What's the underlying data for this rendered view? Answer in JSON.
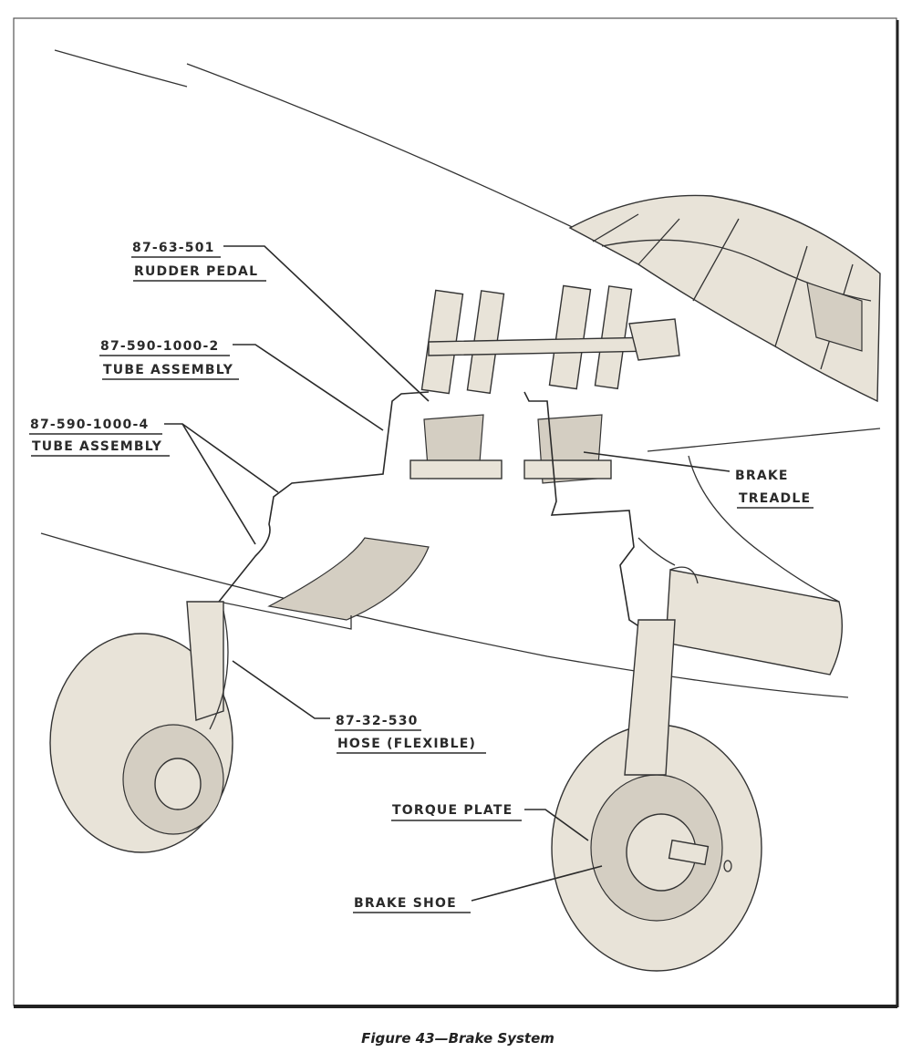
{
  "figure": {
    "caption": "Figure 43—Brake System"
  },
  "callouts": [
    {
      "part_number": "87-63-501",
      "name": "RUDDER PEDAL"
    },
    {
      "part_number": "87-590-1000-2",
      "name": "TUBE ASSEMBLY"
    },
    {
      "part_number": "87-590-1000-4",
      "name": "TUBE ASSEMBLY"
    },
    {
      "name": "BRAKE",
      "name2": "TREADLE"
    },
    {
      "part_number": "87-32-530",
      "name": "HOSE (FLEXIBLE)"
    },
    {
      "name": "TORQUE PLATE"
    },
    {
      "name": "BRAKE SHOE"
    }
  ]
}
